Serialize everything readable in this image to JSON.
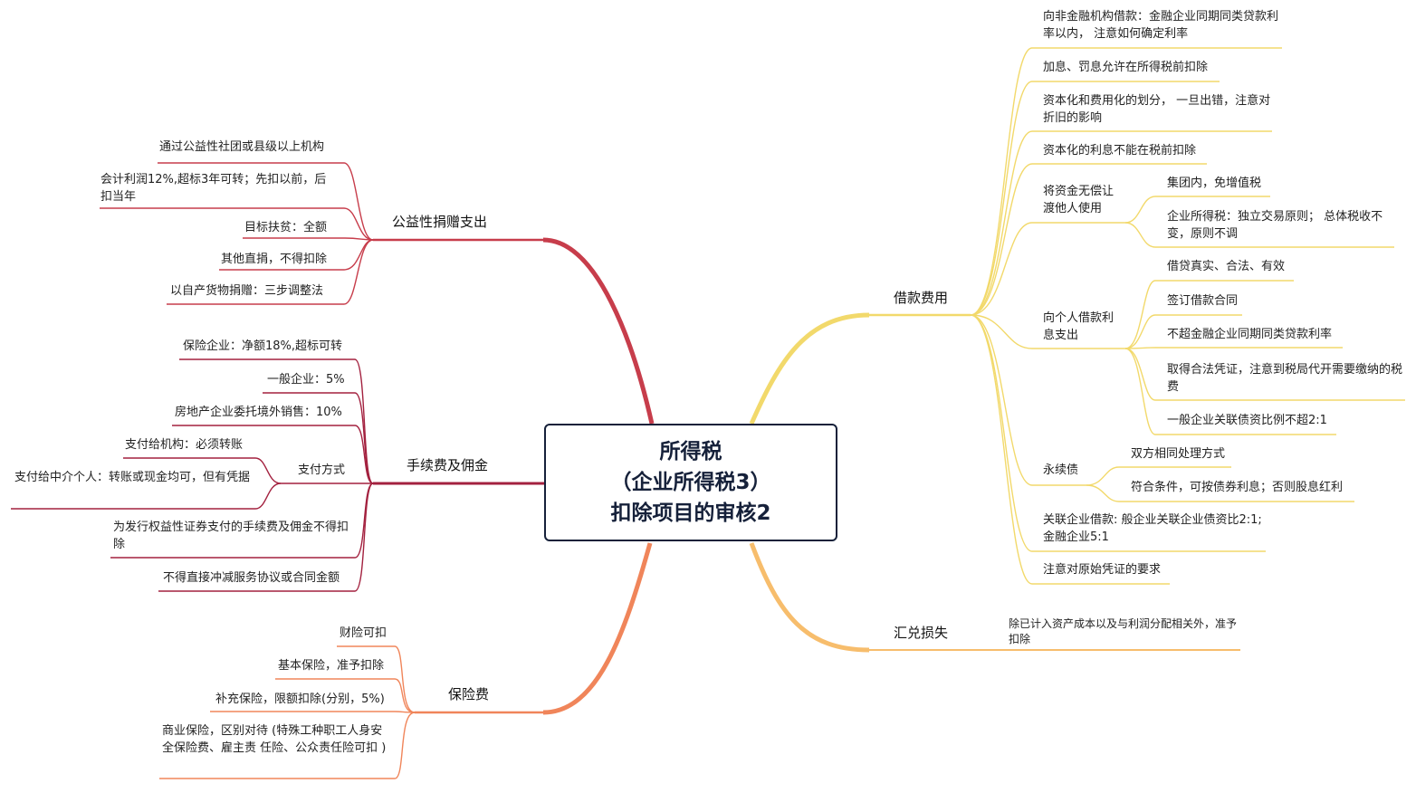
{
  "root": {
    "line1": "所得税",
    "line2": "（企业所得税3）",
    "line3": "扣除项目的审核2"
  },
  "colors": {
    "donation": "#c73d4b",
    "fee": "#a3213f",
    "insurance": "#f0855a",
    "loan": "#f2d96b",
    "fx": "#f7bd6c",
    "root_border": "#16213a"
  },
  "donation": {
    "label": "公益性捐赠支出",
    "items": [
      "通过公益性社团或县级以上机构",
      "会计利润12%,超标3年可转；先扣以前，后扣当年",
      "目标扶贫：全额",
      "其他直捐，不得扣除",
      "以自产货物捐赠：三步调整法"
    ]
  },
  "fee": {
    "label": "手续费及佣金",
    "items": [
      "保险企业：净额18%,超标可转",
      "一般企业：5%",
      "房地产企业委托境外销售：10%"
    ],
    "payment": {
      "label": "支付方式",
      "items": [
        "支付给机构：必须转账",
        "支付给中介个人：转账或现金均可，但有凭据"
      ]
    },
    "tail": [
      "为发行权益性证券支付的手续费及佣金不得扣除",
      "不得直接冲减服务协议或合同金额"
    ]
  },
  "insurance": {
    "label": "保险费",
    "items": [
      "财险可扣",
      "基本保险，准予扣除",
      "补充保险，限额扣除(分别，5%)",
      "商业保险，区别对待 (特殊工种职工人身安全保险费、雇主责 任险、公众责任险可扣 )"
    ]
  },
  "loan": {
    "label": "借款费用",
    "items": [
      "向非金融机构借款：金融企业同期同类贷款利率以内， 注意如何确定利率",
      "加息、罚息允许在所得税前扣除",
      "资本化和费用化的划分， 一旦出错，注意对折旧的影响",
      "资本化的利息不能在税前扣除"
    ],
    "free": {
      "label": "将资金无偿让渡他人使用",
      "items": [
        "集团内，免增值税",
        "企业所得税：独立交易原则； 总体税收不变，原则不调"
      ]
    },
    "personal": {
      "label": "向个人借款利息支出",
      "items": [
        "借贷真实、合法、有效",
        "签订借款合同",
        "不超金融企业同期同类贷款利率",
        "取得合法凭证，注意到税局代开需要缴纳的税费",
        "一般企业关联债资比例不超2:1"
      ]
    },
    "perpetual": {
      "label": "永续债",
      "items": [
        "双方相同处理方式",
        "符合条件，可按债券利息；否则股息红利"
      ]
    },
    "related": "关联企业借款:     般企业关联企业债资比2:1;金融企业5:1",
    "voucher": "注意对原始凭证的要求"
  },
  "fx": {
    "label": "汇兑损失",
    "items": [
      "除已计入资产成本以及与利润分配相关外，准予扣除"
    ]
  }
}
